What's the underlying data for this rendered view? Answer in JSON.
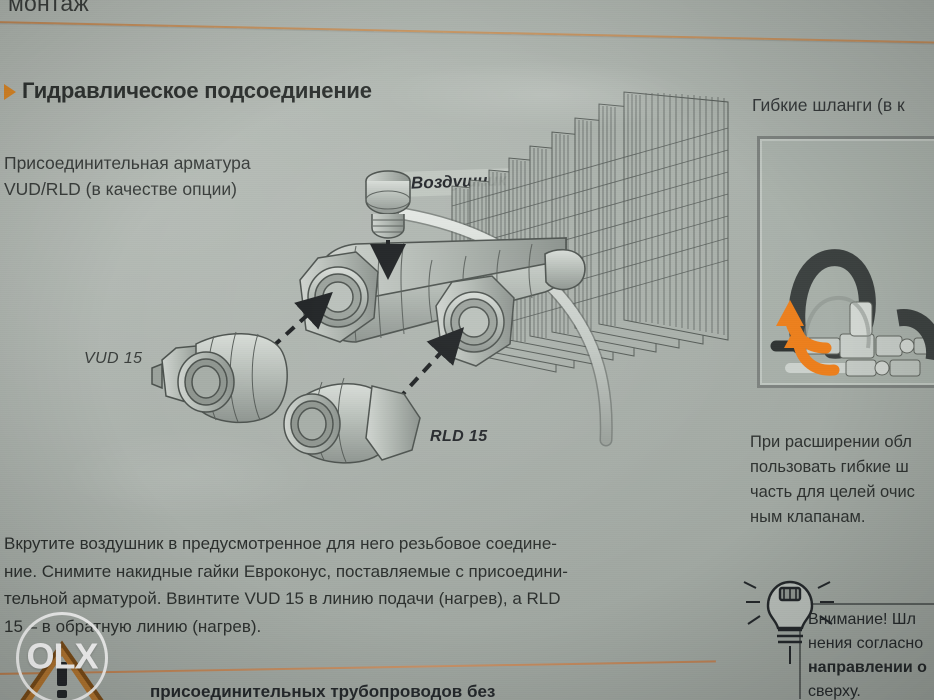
{
  "document": {
    "header_word": "монтаж",
    "section_heading": "Гидравлическое подсоединение",
    "left_caption": [
      "Присоединительная  арматура",
      "VUD/RLD (в качестве опции)"
    ],
    "labels": {
      "air_vent": "Воздушник",
      "vud": "VUD 15",
      "rld": "RLD 15"
    },
    "body_paragraph": [
      "Вкрутите воздушник в предусмотренное для него резьбовое соедине-",
      "ние. Снимите накидные гайки Евроконус, поставляемые с присоедини-",
      "тельной арматурой. Ввинтите VUD 15 в линию подачи (нагрев), а RLD",
      "15 – в обратную линию (нагрев)."
    ],
    "bottom_heading": "присоединительных трубопроводов без",
    "right_column": {
      "heading": "Гибкие шланги (в к",
      "paragraph": [
        "При расширении обл",
        "пользовать гибкие ш",
        "часть для целей очис",
        "ным клапанам."
      ],
      "note": [
        {
          "text": "Внимание! Шл",
          "bold": false
        },
        {
          "text": "нения согласно",
          "bold": false
        },
        {
          "text": "направлении о",
          "bold": true
        },
        {
          "text": "сверху.",
          "bold": false
        }
      ]
    },
    "watermark": {
      "text": "OLX"
    }
  },
  "icons": {
    "section_arrow": "triangle-right-icon",
    "warning": "warning-triangle-icon",
    "tip": "lightbulb-icon",
    "air_vent_arrow": "arrow-down-icon",
    "assembly_arrow": "dashed-arrow-icon",
    "rotate_arrow": "curved-arrow-icon"
  },
  "colors": {
    "paper": "#aab1ab",
    "rule_orange": "#c98a52",
    "accent_orange": "#e08a26",
    "ink": "#2c302e",
    "line_gray": "#4a4f4d",
    "watermark": "#ffffff"
  }
}
